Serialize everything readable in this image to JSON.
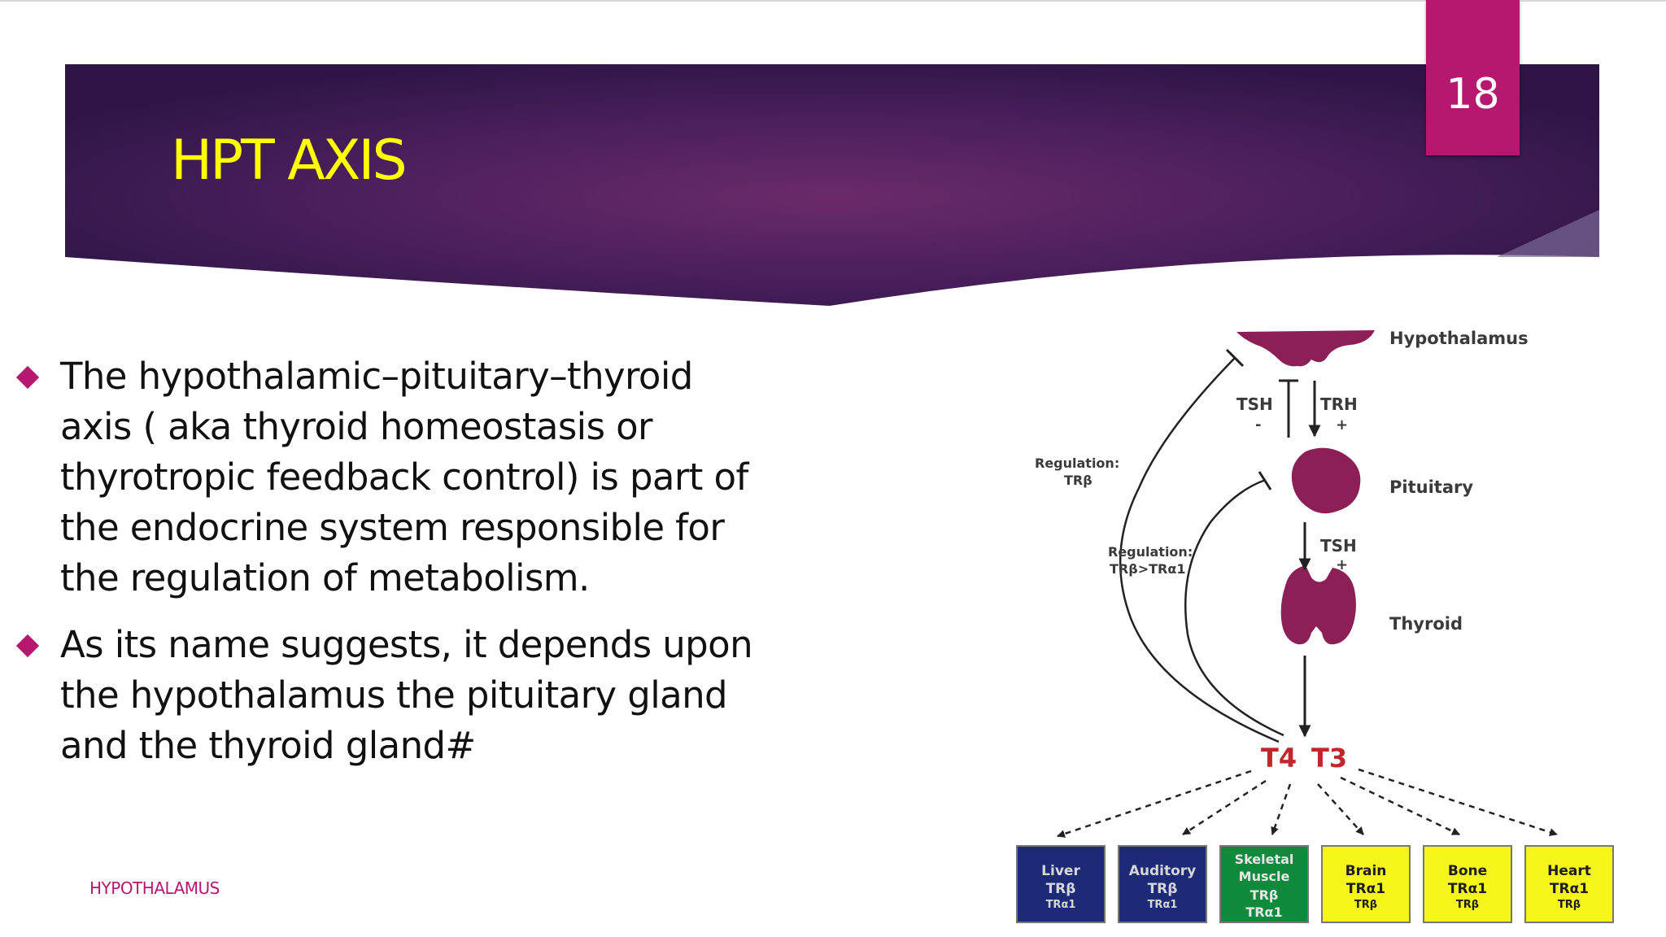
{
  "header": {
    "title": "HPT AXIS",
    "page_number": "18"
  },
  "bullets": [
    {
      "lines": [
        "The hypothalamic–pituitary–thyroid",
        "axis ( aka thyroid homeostasis or",
        "thyrotropic feedback control) is part of",
        "the endocrine system responsible for",
        "the regulation of metabolism."
      ]
    },
    {
      "lines": [
        "As its name suggests, it depends upon",
        "the hypothalamus the pituitary  gland",
        "and the thyroid gland#"
      ]
    }
  ],
  "footer": {
    "label": "HYPOTHALAMUS"
  },
  "diagram": {
    "organs": {
      "hypothalamus": "Hypothalamus",
      "pituitary": "Pituitary",
      "thyroid": "Thyroid"
    },
    "arrows": {
      "tsh_up": "TSH",
      "tsh_up_sign": "-",
      "trh": "TRH",
      "trh_sign": "+",
      "tsh_down": "TSH",
      "tsh_down_sign": "+"
    },
    "regulation_1": {
      "label": "Regulation:",
      "value": "TRβ"
    },
    "regulation_2": {
      "label": "Regulation:",
      "value": "TRβ>TRα1"
    },
    "hormones": {
      "t4": "T4",
      "t3": "T3"
    },
    "targets": [
      {
        "lines": [
          "Liver",
          "TRβ",
          "TRα1"
        ],
        "color": "#1c2a78",
        "text_color": "#d6d6d6"
      },
      {
        "lines": [
          "Auditory",
          "TRβ",
          "TRα1"
        ],
        "color": "#1c2a78",
        "text_color": "#d6d6d6"
      },
      {
        "lines": [
          "Skeletal",
          "Muscle",
          "TRβ",
          "TRα1"
        ],
        "color": "#0f8a3c",
        "text_color": "#e6e6e6"
      },
      {
        "lines": [
          "Brain",
          "TRα1",
          "TRβ"
        ],
        "color": "#f5f51a",
        "text_color": "#1e1e1e"
      },
      {
        "lines": [
          "Bone",
          "TRα1",
          "TRβ"
        ],
        "color": "#f5f51a",
        "text_color": "#1e1e1e"
      },
      {
        "lines": [
          "Heart",
          "TRα1",
          "TRβ"
        ],
        "color": "#f5f51a",
        "text_color": "#1e1e1e"
      }
    ],
    "colors": {
      "organ": "#8c1f55",
      "hormone": "#c0272d",
      "accent": "#b5186e",
      "title": "#ffff00"
    }
  }
}
